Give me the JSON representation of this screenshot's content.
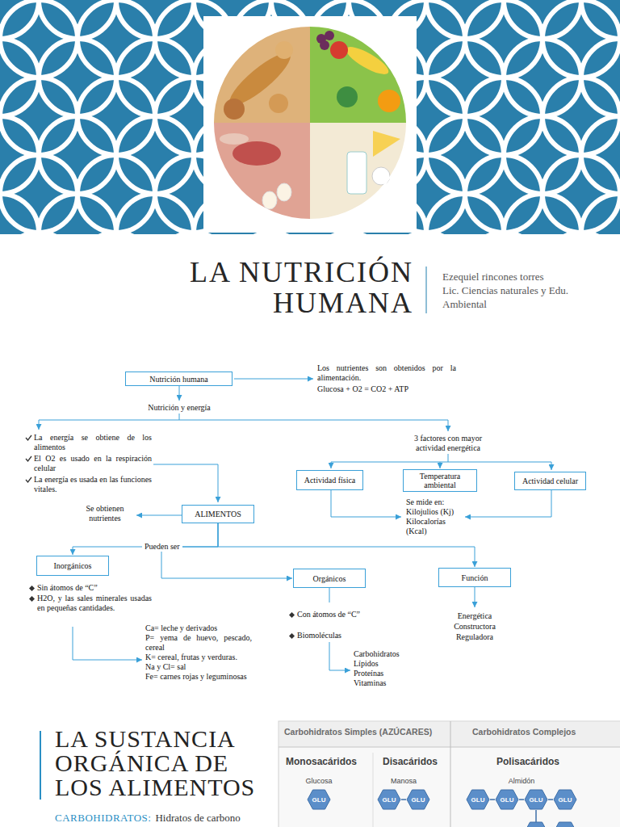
{
  "diagram": {
    "title": "LA NUTRICIÓN HUMANA",
    "nodes": [
      {
        "text": [
          "Nutrición humana"
        ]
      },
      {
        "text": [
          "Actividad física"
        ]
      },
      {
        "text": [
          "Temperatura ambiental"
        ]
      },
      {
        "text": [
          "Actividad celular"
        ]
      },
      {
        "text": [
          "ALIMENTOS"
        ]
      },
      {
        "text": [
          "Inorgánicos"
        ]
      },
      {
        "text": [
          "Orgánicos"
        ]
      },
      {
        "text": [
          "Función"
        ]
      },
      {
        "text": [
          "GLU"
        ]
      },
      {
        "text": [
          "GLU"
        ]
      },
      {
        "text": [
          "GLU"
        ]
      },
      {
        "text": [
          "GLU"
        ]
      },
      {
        "text": [
          "GLU"
        ]
      },
      {
        "text": [
          "GLU"
        ]
      },
      {
        "text": [
          "GLU"
        ]
      }
    ],
    "edges": [
      {
        "from": 4,
        "to": 5,
        "arrow": "to"
      },
      {
        "from": 4,
        "to": 6,
        "arrow": "to"
      },
      {
        "from": 4,
        "to": 7,
        "arrow": "to"
      }
    ],
    "labels": [
      "Ezequiel rincones torres",
      "Lic. Ciencias naturales y Edu. Ambiental",
      "Los nutrientes son obtenidos por la alimentación.",
      "Glucosa + O2 = CO2 + ATP",
      "Nutrición y energía",
      "La energía se obtiene de los alimentos",
      "El O2 es usado en la respiración celular",
      "La energía es usada en las funciones vitales.",
      "3 factores con mayor actividad energética",
      "Se mide en:",
      "Kilojulios (Kj)",
      "Kilocalorías (Kcal)",
      "Se obtienen nutrientes",
      "Pueden ser",
      "Sin átomos de “C”",
      "H2O, y las sales minerales usadas en pequeñas cantidades.",
      "Ca= leche y derivados",
      "P= yema de huevo, pescado, cereal",
      "K= cereal, frutas y verduras.",
      "Na y Cl= sal",
      "Fe= carnes rojas y leguminosas",
      "Con átomos de “C”",
      "Biomoléculas",
      "Carbohidratos",
      "Lípidos",
      "Proteínas",
      "Vitaminas",
      "Energética",
      "Constructora",
      "Reguladora",
      "LA SUSTANCIA ORGÁNICA DE LOS ALIMENTOS",
      "CARBOHIDRATOS:",
      "Hidratos de carbono",
      "Carbohidratos Simples (AZÚCARES)",
      "Carbohidratos Complejos",
      "Monosacáridos",
      "Disacáridos",
      "Polisacáridos",
      "Glucosa",
      "Manosa",
      "Almidón"
    ]
  }
}
